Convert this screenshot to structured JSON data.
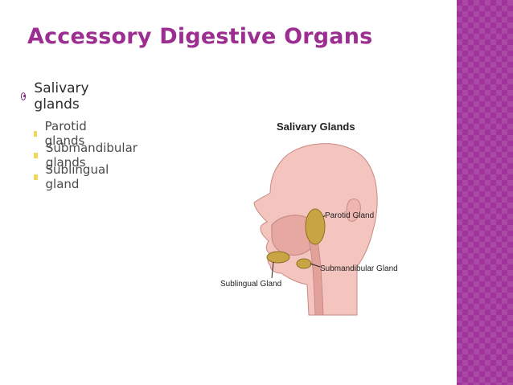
{
  "slide": {
    "title": "Accessory Digestive Organs",
    "bullets": {
      "level1": "Salivary glands",
      "level2": [
        "Parotid glands",
        "Submandibular glands",
        "Sublingual gland"
      ]
    }
  },
  "figure": {
    "heading": "Salivary Glands",
    "labels": {
      "parotid": "Parotid Gland",
      "submandibular": "Submandibular Gland",
      "sublingual": "Sublingual Gland"
    }
  },
  "colors": {
    "title": "#9c2d91",
    "side_band": "#a0339c",
    "bullet_square": "#f2d65a",
    "skin": "#f4c4bf",
    "gland": "#c8a444"
  }
}
